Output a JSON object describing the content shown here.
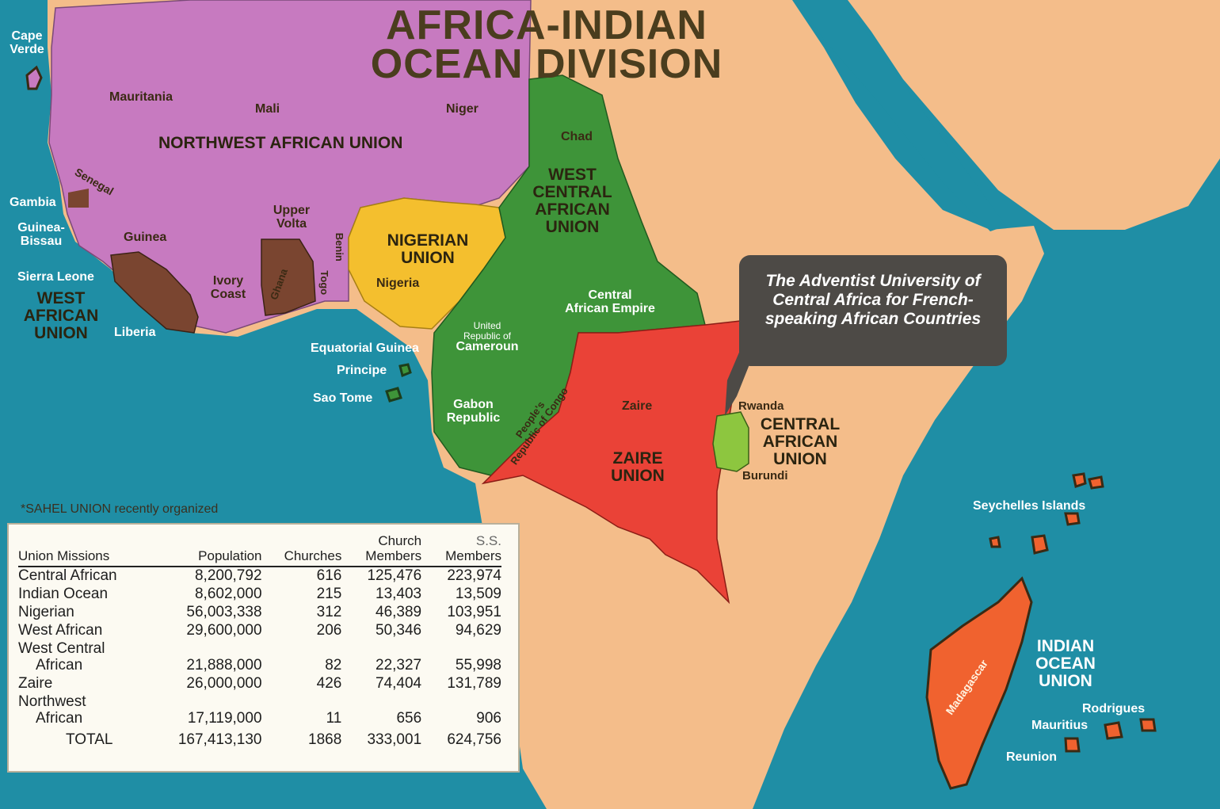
{
  "title": "AFRICA-INDIAN OCEAN DIVISION",
  "title_lines": [
    "AFRICA-INDIAN",
    "OCEAN DIVISION"
  ],
  "unions": {
    "northwest_african": "NORTHWEST AFRICAN UNION",
    "west_african": [
      "WEST",
      "AFRICAN",
      "UNION"
    ],
    "nigerian": [
      "NIGERIAN",
      "UNION"
    ],
    "west_central_african": [
      "WEST",
      "CENTRAL",
      "AFRICAN",
      "UNION"
    ],
    "zaire": [
      "ZAIRE",
      "UNION"
    ],
    "central_african": [
      "CENTRAL",
      "AFRICAN",
      "UNION"
    ],
    "indian_ocean": [
      "INDIAN",
      "OCEAN",
      "UNION"
    ]
  },
  "countries": {
    "cape_verde": [
      "Cape",
      "Verde"
    ],
    "mauritania": "Mauritania",
    "mali": "Mali",
    "niger": "Niger",
    "chad": "Chad",
    "senegal": "Senegal",
    "gambia": "Gambia",
    "guinea_bissau": [
      "Guinea-",
      "Bissau"
    ],
    "guinea": "Guinea",
    "upper_volta": [
      "Upper",
      "Volta"
    ],
    "benin": "Benin",
    "togo": "Togo",
    "ghana": "Ghana",
    "ivory_coast": [
      "Ivory",
      "Coast"
    ],
    "sierra_leone": "Sierra Leone",
    "liberia": "Liberia",
    "nigeria": "Nigeria",
    "cameroun": [
      "United",
      "Republic of",
      "Cameroun"
    ],
    "central_african_empire": [
      "Central",
      "African Empire"
    ],
    "equatorial_guinea": "Equatorial Guinea",
    "principe": "Principe",
    "sao_tome": "Sao Tome",
    "gabon": [
      "Gabon",
      "Republic"
    ],
    "congo": [
      "People's",
      "Republic of Congo"
    ],
    "zaire": "Zaire",
    "rwanda": "Rwanda",
    "burundi": "Burundi",
    "seychelles": "Seychelles Islands",
    "madagascar": "Madagascar",
    "rodrigues": "Rodrigues",
    "mauritius": "Mauritius",
    "reunion": "Reunion"
  },
  "callout": "The Adventist University of Central Africa for French-speaking African Countries",
  "footnote": "*SAHEL UNION recently organized",
  "table": {
    "headers": {
      "union": "Union Missions",
      "population": "Population",
      "churches": "Churches",
      "church_members": [
        "Church",
        "Members"
      ],
      "ss_members": [
        "S.S.",
        "Members"
      ]
    },
    "rows": [
      {
        "name": [
          "Central African"
        ],
        "population": "8,200,792",
        "churches": "616",
        "members": "125,476",
        "ss": "223,974"
      },
      {
        "name": [
          "Indian Ocean"
        ],
        "population": "8,602,000",
        "churches": "215",
        "members": "13,403",
        "ss": "13,509"
      },
      {
        "name": [
          "Nigerian"
        ],
        "population": "56,003,338",
        "churches": "312",
        "members": "46,389",
        "ss": "103,951"
      },
      {
        "name": [
          "West African"
        ],
        "population": "29,600,000",
        "churches": "206",
        "members": "50,346",
        "ss": "94,629"
      },
      {
        "name": [
          "West Central",
          "African"
        ],
        "population": "21,888,000",
        "churches": "82",
        "members": "22,327",
        "ss": "55,998"
      },
      {
        "name": [
          "Zaire"
        ],
        "population": "26,000,000",
        "churches": "426",
        "members": "74,404",
        "ss": "131,789"
      },
      {
        "name": [
          "Northwest",
          "African"
        ],
        "population": "17,119,000",
        "churches": "11",
        "members": "656",
        "ss": "906"
      }
    ],
    "total": {
      "label": "TOTAL",
      "population": "167,413,130",
      "churches": "1868",
      "members": "333,001",
      "ss": "624,756"
    }
  },
  "colors": {
    "ocean": "#1f8ea5",
    "land": "#f4bd8a",
    "northwest": "#c77ac0",
    "west_african": "#7a4530",
    "nigerian": "#f4bf2e",
    "west_central": "#3e9439",
    "zaire": "#ea4237",
    "central_african": "#8dc63f",
    "indian_ocean": "#f0622f"
  }
}
